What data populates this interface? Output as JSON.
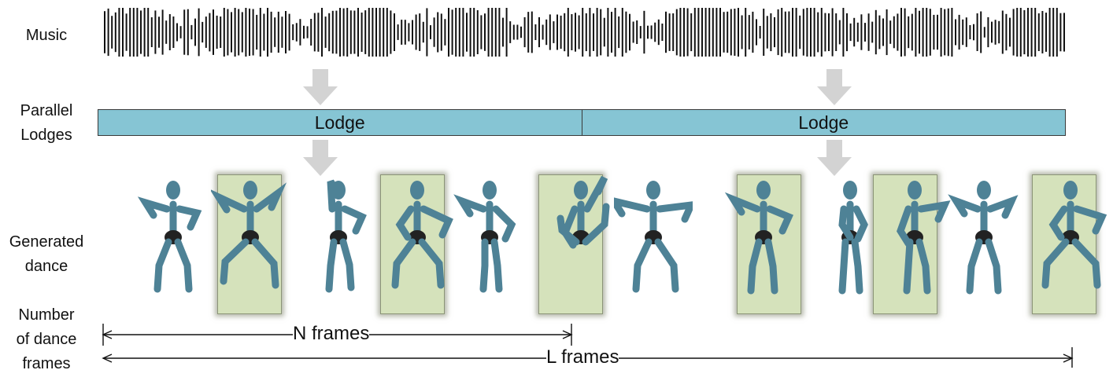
{
  "labels": {
    "music": "Music",
    "parallel_lodges": "Parallel\nLodges",
    "generated_dance": "Generated\ndance",
    "number_of_frames": "Number\nof dance\nframes"
  },
  "lodges": [
    "Lodge",
    "Lodge"
  ],
  "dimensions": {
    "n_frames": "N frames",
    "l_frames": "L frames"
  },
  "colors": {
    "lodge_bar": "#86c5d4",
    "keyframe_box": "#d5e2bb",
    "figure": "#4e8296",
    "arrow": "#d3d3d3"
  }
}
